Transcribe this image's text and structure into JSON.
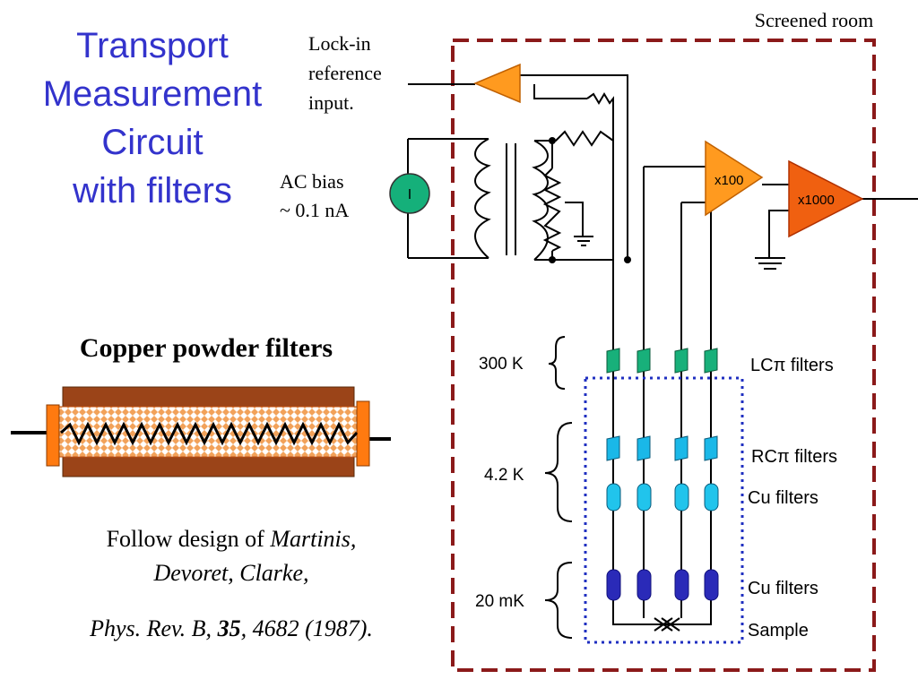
{
  "title": {
    "line1": "Transport",
    "line2": "Measurement",
    "line3": "Circuit",
    "line4": "with filters"
  },
  "labels": {
    "screened_room": "Screened room",
    "lockin_line1": "Lock-in",
    "lockin_line2": "reference",
    "lockin_line3": "input.",
    "ac_bias_line1": "AC bias",
    "ac_bias_line2": "~ 0.1 nA",
    "source_glyph": "I",
    "amp1": "x100",
    "amp2": "x1000",
    "copper_powder_filters": "Copper powder filters",
    "temp_300k": "300 K",
    "temp_4k": "4.2 K",
    "temp_20mk": "20 mK",
    "lc_filters": "LCπ filters",
    "rc_filters": "RCπ filters",
    "cu_filters_1": "Cu filters",
    "cu_filters_2": "Cu filters",
    "sample": "Sample"
  },
  "reference": {
    "line1_text": "Follow design of ",
    "line1_italic": "Martinis,",
    "line2_italic": "Devoret, Clarke,",
    "line3_journal": "Phys. Rev. B, ",
    "line3_volume": "35",
    "line3_rest": ", 4682 (1987)."
  },
  "colors": {
    "title_blue": "#3333cc",
    "screen_box": "#8b1a1a",
    "dotted_box": "#1f2fc0",
    "amp_orange": "#ff9a1f",
    "amp_orange_dark": "#f06010",
    "source_green": "#15b07a",
    "lc_filter": "#18b07a",
    "rc_filter": "#1ab8e8",
    "cu_filter_light": "#21c4ec",
    "cu_filter_dark": "#2a2ab8",
    "copper_brown": "#9b4418",
    "copper_orange": "#ff7a10"
  }
}
